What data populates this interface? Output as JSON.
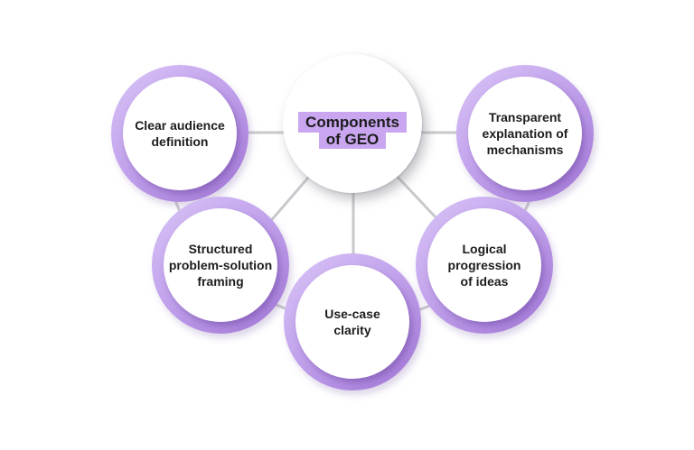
{
  "center": {
    "title_line1": "Components",
    "title_line2": "of GEO",
    "highlight_color": "#c9a6ef"
  },
  "nodes": [
    {
      "id": "clear-audience-definition",
      "label": "Clear audience\ndefinition"
    },
    {
      "id": "transparent-explanation-of-mechanisms",
      "label": "Transparent\nexplanation of\nmechanisms"
    },
    {
      "id": "structured-problem-solution-framing",
      "label": "Structured\nproblem-solution\nframing"
    },
    {
      "id": "use-case-clarity",
      "label": "Use-case\nclarity"
    },
    {
      "id": "logical-progression-of-ideas",
      "label": "Logical\nprogression\nof ideas"
    }
  ],
  "colors": {
    "background": "#ffffff",
    "ring_light": "#d7c2f6",
    "ring_main": "#c2a3ec",
    "ring_dark": "#a87fda",
    "highlight": "#c9a6ef",
    "connector": "#c9c9cd",
    "text": "#1d1d1d"
  }
}
